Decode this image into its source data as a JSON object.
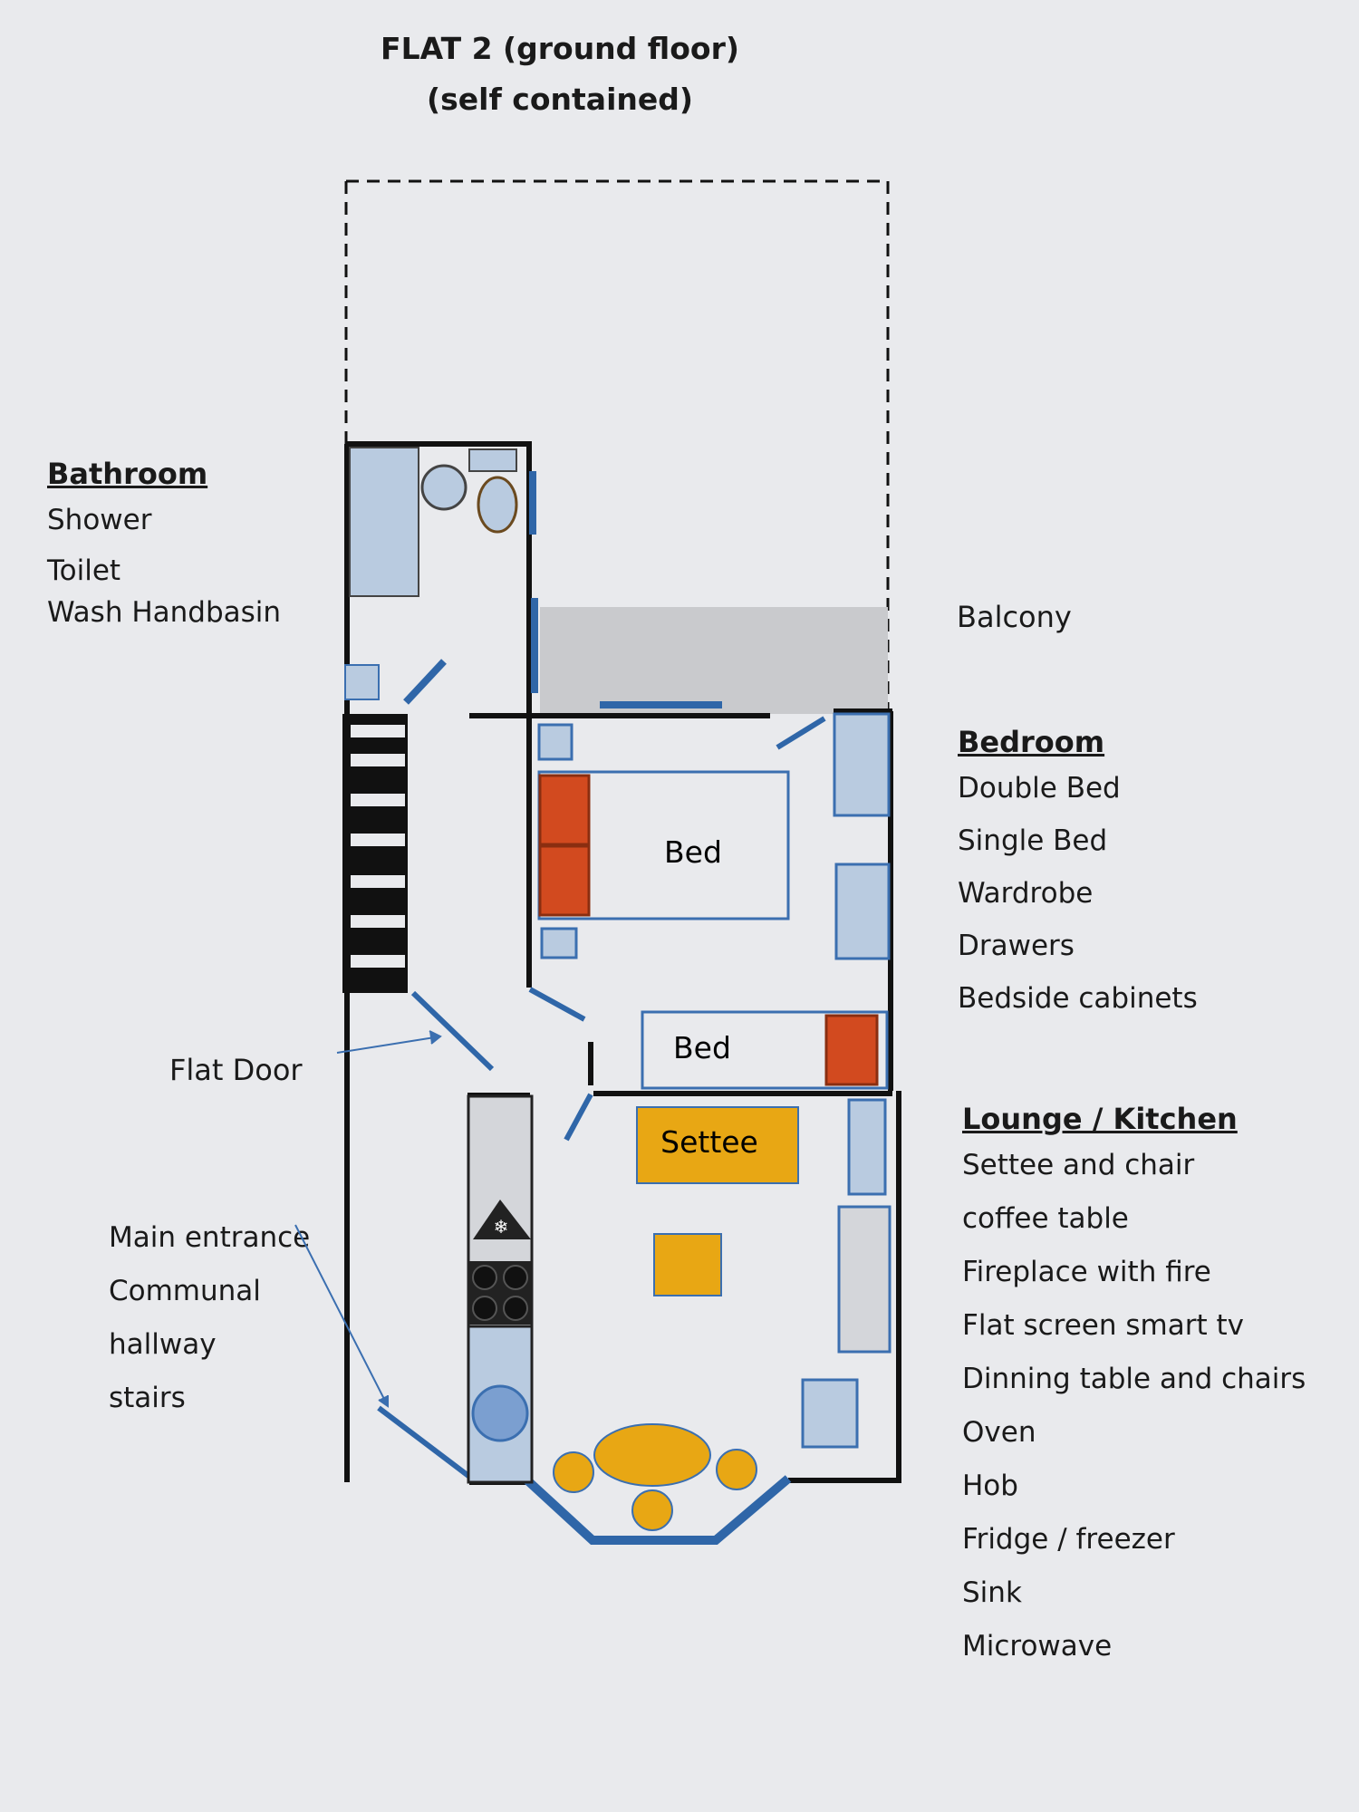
{
  "title": {
    "line1": "FLAT 2  (ground floor)",
    "line2": "(self contained)"
  },
  "bathroom": {
    "heading": "Bathroom",
    "items": [
      "Shower",
      "Toilet",
      "Wash Handbasin"
    ]
  },
  "balcony_label": "Balcony",
  "bedroom": {
    "heading": "Bedroom",
    "items": [
      "Double Bed",
      "Single Bed",
      "Wardrobe",
      "Drawers",
      "Bedside cabinets"
    ]
  },
  "lounge_kitchen": {
    "heading": "Lounge / Kitchen",
    "items": [
      "Settee and chair",
      "coffee table",
      "Fireplace with fire",
      "Flat screen smart tv",
      "Dinning table and chairs",
      "Oven",
      "Hob",
      "Fridge / freezer",
      "Sink",
      "Microwave"
    ]
  },
  "flat_door_label": "Flat Door",
  "main_entrance": {
    "lines": [
      "Main entrance",
      "Communal",
      "hallway",
      "stairs"
    ]
  },
  "plan_labels": {
    "double_bed": "Bed",
    "single_bed": "Bed",
    "settee": "Settee"
  },
  "colors": {
    "wall": "#111111",
    "door_blue": "#2f66a8",
    "furniture_fill": "#b9cbe0",
    "furniture_stroke": "#3b6fb0",
    "pillow": "#d24a1f",
    "yellow": "#e8a714",
    "balcony_grey": "#c9cacd"
  }
}
